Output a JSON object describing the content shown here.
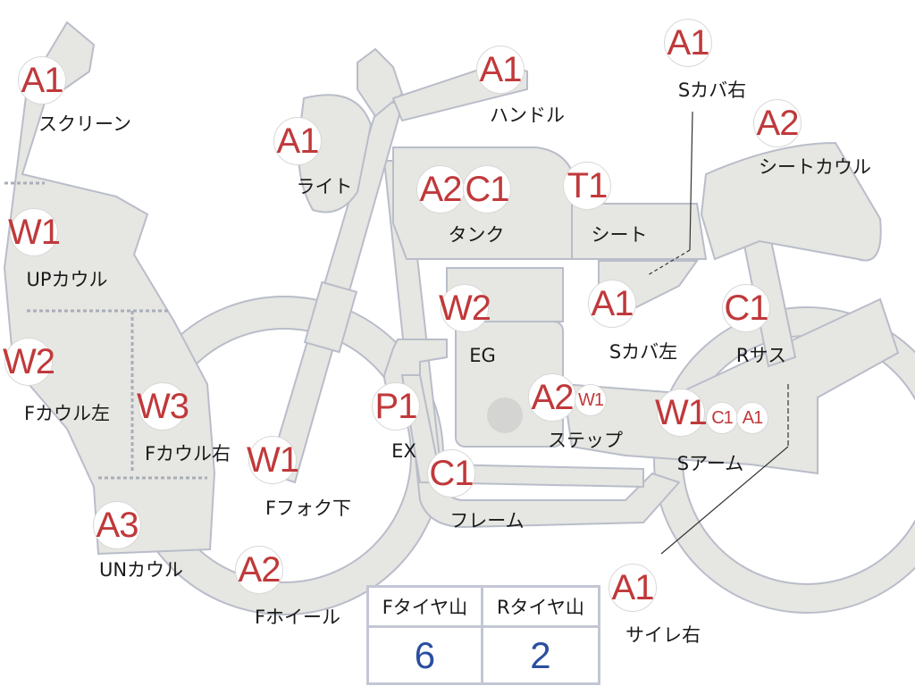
{
  "marks": [
    {
      "code": "A1",
      "label": "スクリーン"
    },
    {
      "code": "A1",
      "label": "ライト"
    },
    {
      "code": "A1",
      "label": "ハンドル"
    },
    {
      "code": "A1",
      "label": "Sカバ右"
    },
    {
      "code": "A2",
      "label": "シートカウル"
    },
    {
      "code": "W1",
      "label": "UPカウル"
    },
    {
      "codes": [
        "A2",
        "C1"
      ],
      "label": "タンク"
    },
    {
      "code": "T1",
      "label": "シート"
    },
    {
      "code": "W2",
      "label": "EG"
    },
    {
      "code": "A1",
      "label": "Sカバ左"
    },
    {
      "code": "C1",
      "label": "Rサス"
    },
    {
      "code": "W2",
      "label": "Fカウル左"
    },
    {
      "code": "W3",
      "label": "Fカウル右"
    },
    {
      "code": "P1",
      "label": "EX"
    },
    {
      "code": "W1",
      "label": "Fフォク下"
    },
    {
      "code": "C1",
      "label": "フレーム"
    },
    {
      "codes": [
        "A2",
        "W1"
      ],
      "label": "ステップ"
    },
    {
      "codes": [
        "W1",
        "C1",
        "A1"
      ],
      "label": "Sアーム"
    },
    {
      "code": "A3",
      "label": "UNカウル"
    },
    {
      "code": "A2",
      "label": "Fホイール"
    },
    {
      "code": "A1",
      "label": "サイレ右"
    }
  ],
  "tires": {
    "front_label": "Fタイヤ山",
    "rear_label": "Rタイヤ山",
    "front_value": "6",
    "rear_value": "2"
  },
  "colors": {
    "mark": "#c0393b",
    "value": "#2a4fa0",
    "part_fill": "#e6e6e2",
    "part_stroke": "#b9bdc9"
  }
}
